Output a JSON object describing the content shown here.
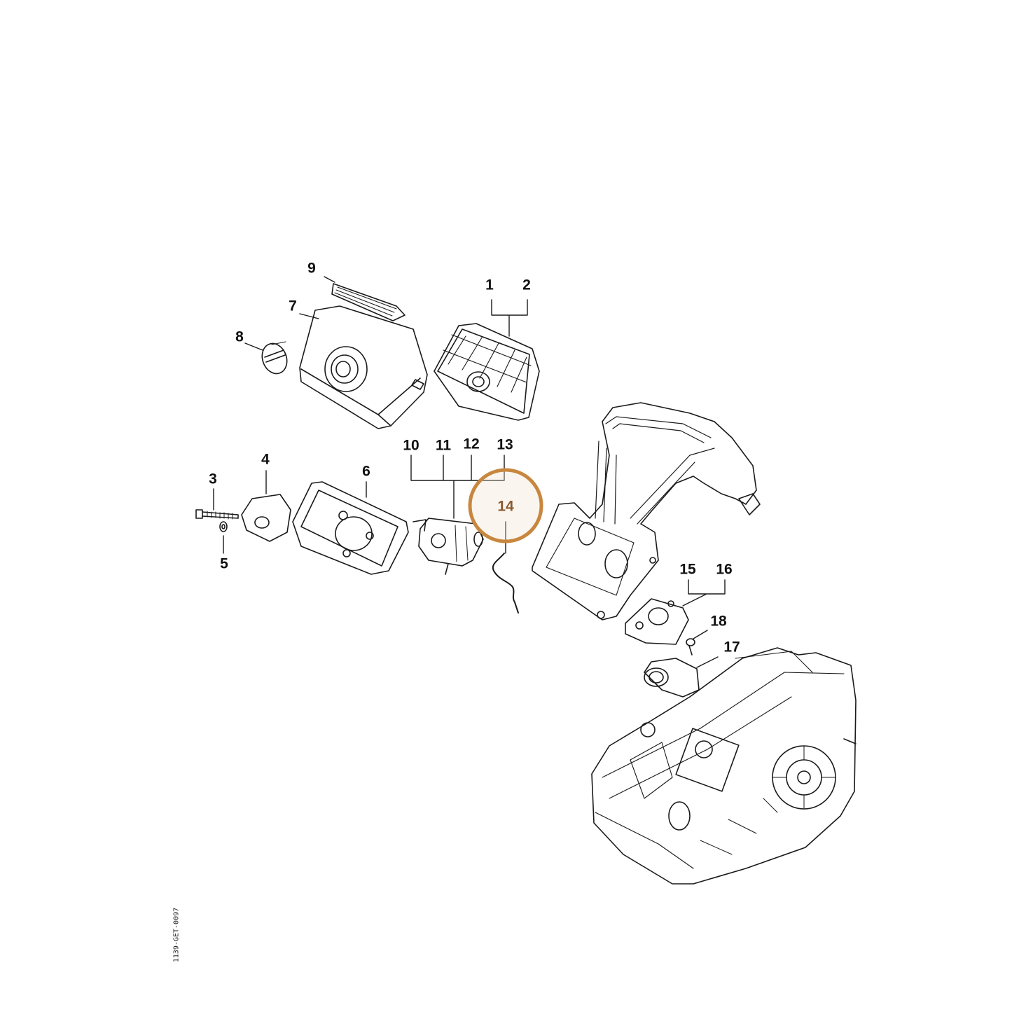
{
  "diagram": {
    "highlighted_part": "14",
    "highlight_color": "#c8873e",
    "line_color": "#1a1a1a",
    "callouts": [
      "1",
      "2",
      "3",
      "4",
      "5",
      "6",
      "7",
      "8",
      "9",
      "10",
      "11",
      "12",
      "13",
      "14",
      "15",
      "16",
      "17",
      "18"
    ],
    "drawing_code": "1139-GET-0097"
  }
}
